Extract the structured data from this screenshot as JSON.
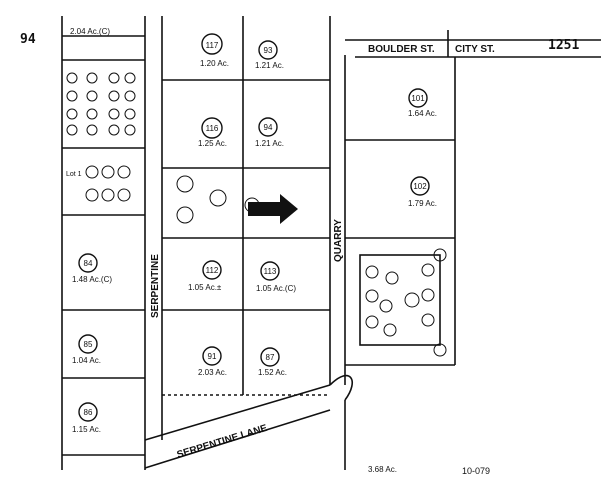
{
  "map_number_left": "94",
  "map_number_right": "1251",
  "streets": {
    "boulder": "BOULDER ST.",
    "city": "CITY ST.",
    "quarry": "QUARRY",
    "serpentine_vertical": "SERPENTINE",
    "serpentine_lane": "SERPENTINE LANE",
    "lane": "LANE"
  },
  "parcels": [
    {
      "id": "117",
      "acreage": "1.20 Ac."
    },
    {
      "id": "93",
      "acreage": "1.21 Ac."
    },
    {
      "id": "116",
      "acreage": "1.25 Ac."
    },
    {
      "id": "94",
      "acreage": "1.21 Ac."
    },
    {
      "id": "112",
      "acreage": "1.05 Ac.±"
    },
    {
      "id": "113",
      "acreage": "1.05 Ac.(C)"
    },
    {
      "id": "84",
      "acreage": "1.48 Ac.(C)"
    },
    {
      "id": "85",
      "acreage": "1.04 Ac."
    },
    {
      "id": "86",
      "acreage": "1.15 Ac."
    },
    {
      "id": "91",
      "acreage": "2.03 Ac."
    },
    {
      "id": "87",
      "acreage": "1.52 Ac."
    },
    {
      "id": "101",
      "acreage": "1.64 Ac."
    },
    {
      "id": "102",
      "acreage": "1.79 Ac."
    }
  ],
  "misc_labels": {
    "top_acreage": "2.04 Ac.(C)",
    "lot1": "Lot 1",
    "bottom_acreage": "3.68 Ac.",
    "sheet_ref": "10-079"
  }
}
